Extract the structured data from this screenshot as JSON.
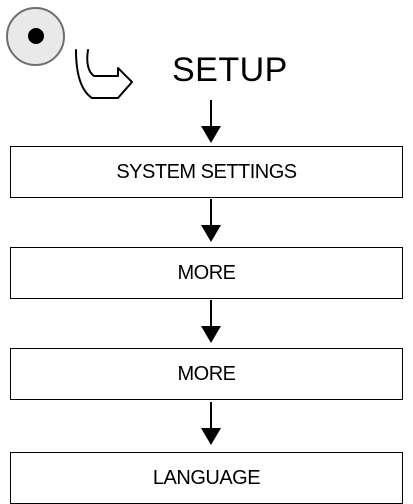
{
  "header": {
    "title": "SETUP",
    "button_icon": "round-button-icon",
    "pointer_icon": "hand-pointer-icon"
  },
  "steps": [
    {
      "label": "SYSTEM SETTINGS"
    },
    {
      "label": "MORE"
    },
    {
      "label": "MORE"
    },
    {
      "label": "LANGUAGE"
    }
  ]
}
